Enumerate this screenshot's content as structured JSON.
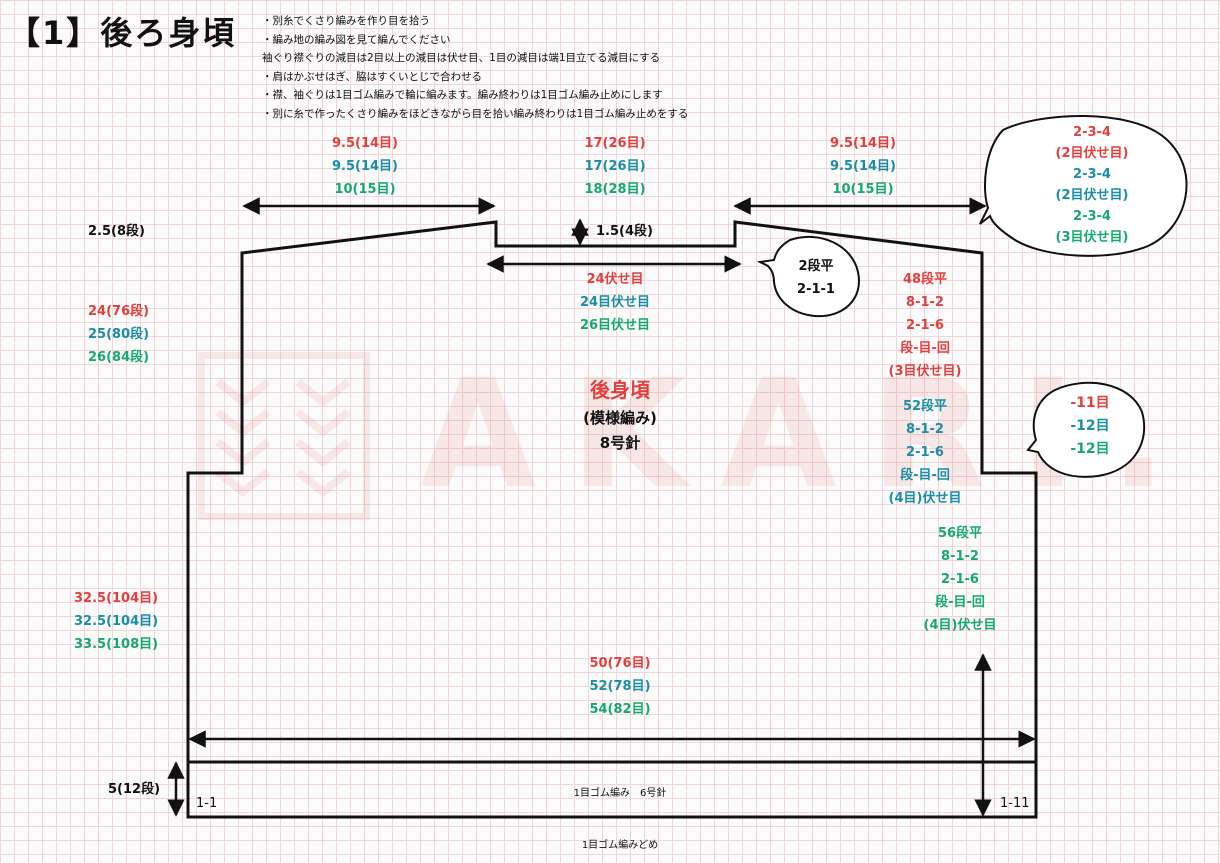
{
  "title": "【1】後ろ身頃",
  "notes": [
    "・別糸でくさり編みを作り目を拾う",
    "・編み地の編み図を見て編んでください",
    "袖ぐり襟ぐりの減目は2目以上の減目は伏せ目、1目の減目は端1目立てる減目にする",
    "・肩はかぶせはぎ、脇はすくいとじで合わせる",
    "・襟、袖ぐりは1目ゴム編みで輪に編みます。編み終わりは1目ゴム編み止めにします",
    "・別に糸で作ったくさり編みをほどきながら目を拾い編み終わりは1目ゴム編み止めをする"
  ],
  "watermark": "AKARI.",
  "colors": {
    "size1": "#e2403e",
    "size2": "#1a8ea6",
    "size3": "#16a870",
    "grid": "#f0d6d6"
  },
  "shoulder_left": [
    "9.5(14目)",
    "9.5(14目)",
    "10(15目)"
  ],
  "neck_top": [
    "17(26目)",
    "17(26目)",
    "18(28目)"
  ],
  "shoulder_right": [
    "9.5(14目)",
    "9.5(14目)",
    "10(15目)"
  ],
  "shoulder_drop": "2.5(8段)",
  "neck_depth": "1.5(4段)",
  "neck_bindoff": [
    "24伏せ目",
    "24目伏せ目",
    "26目伏せ目"
  ],
  "bubble_neck": [
    "2段平",
    "2-1-1"
  ],
  "bubble_shoulder": [
    "2-3-4",
    "(2目伏せ目)",
    "2-3-4",
    "(2目伏せ目)",
    "2-3-4",
    "(3目伏せ目)"
  ],
  "armhole_height": [
    "24(76段)",
    "25(80段)",
    "26(84段)"
  ],
  "armhole_red": [
    "48段平",
    "8-1-2",
    "2-1-6",
    "段-目-回",
    "(3目伏せ目)"
  ],
  "armhole_blue": [
    "52段平",
    "8-1-2",
    "2-1-6",
    "段-目-回",
    "(4目)伏せ目"
  ],
  "armhole_green": [
    "56段平",
    "8-1-2",
    "2-1-6",
    "段-目-回",
    "(4目)伏せ目"
  ],
  "bubble_armhole": [
    "-11目",
    "-12目",
    "-12目"
  ],
  "center": {
    "name": "後身頃",
    "stitch": "(模様編み)",
    "needle": "8号針"
  },
  "body_length": [
    "32.5(104目)",
    "32.5(104目)",
    "33.5(108目)"
  ],
  "width": [
    "50(76目)",
    "52(78目)",
    "54(82目)"
  ],
  "rib_height": "5(12段)",
  "rib_label": "1目ゴム編み　6号針",
  "rib_left": "1-1",
  "rib_right": "1-11",
  "bottom_note": "1目ゴム編みどめ"
}
